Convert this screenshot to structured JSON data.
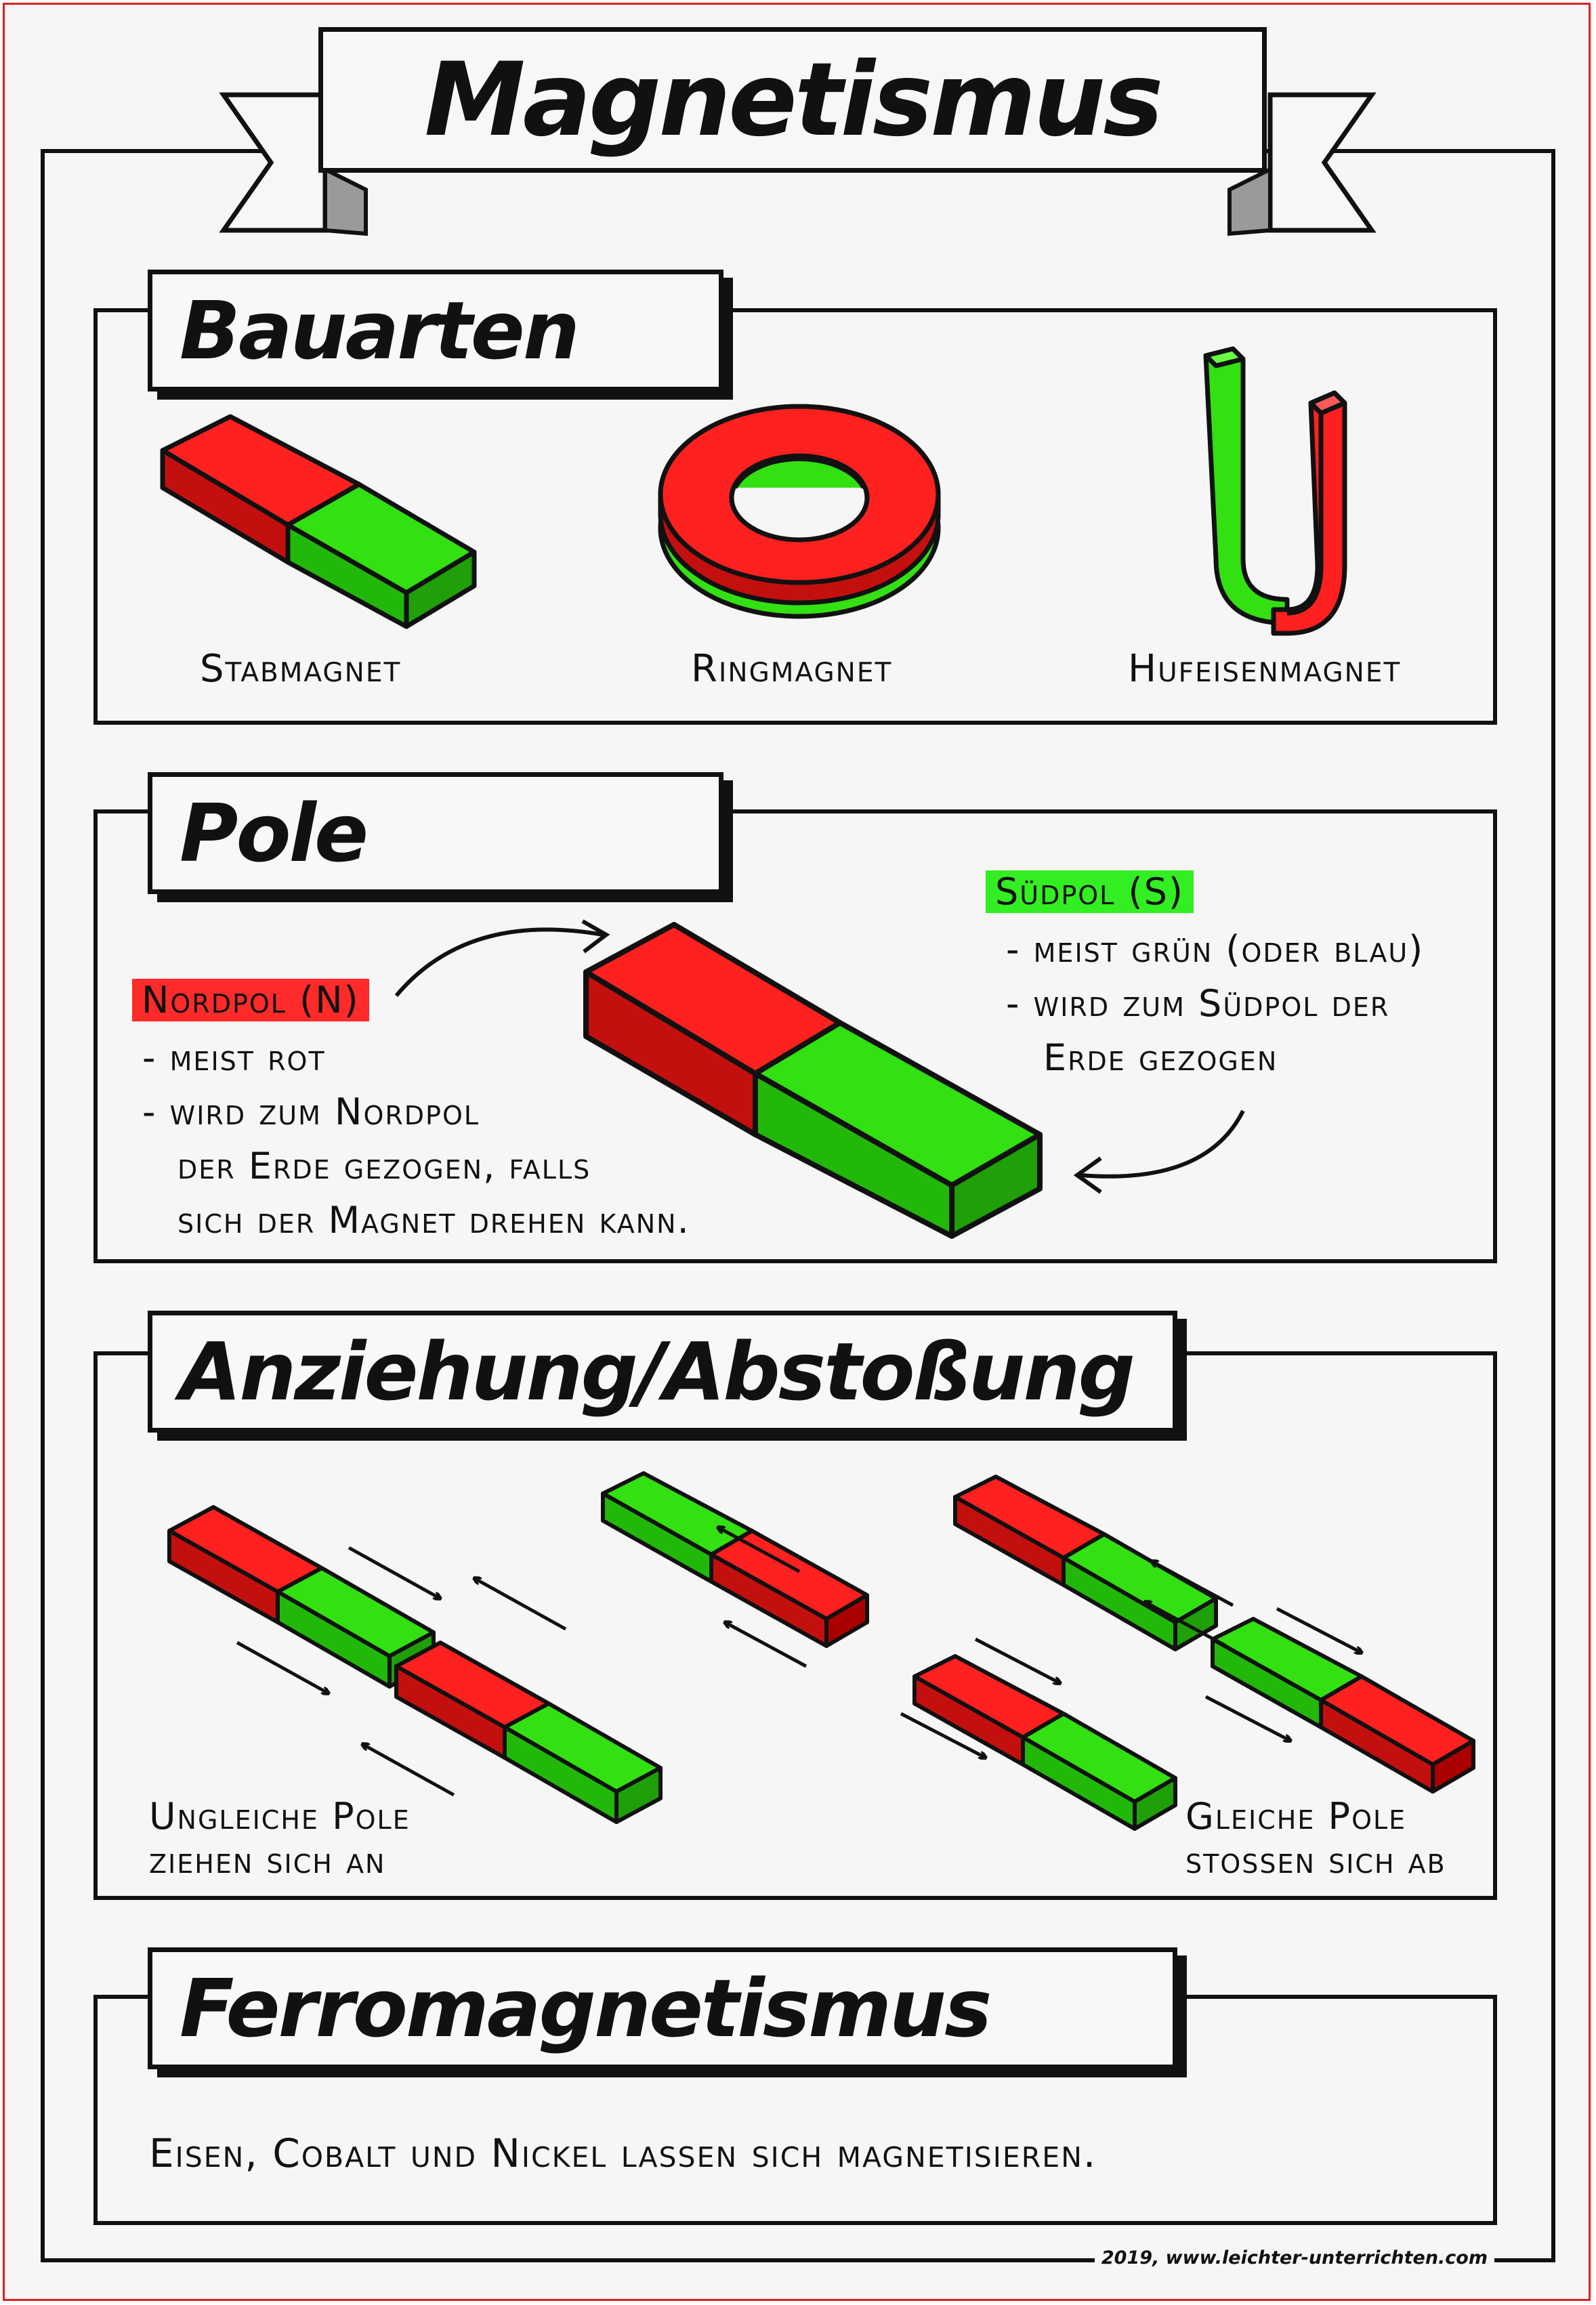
{
  "title": "Magnetismus",
  "colors": {
    "red": "#ff2020",
    "red_dark": "#c40f0f",
    "green": "#33e011",
    "green_dark": "#22b80a",
    "outline": "#111111"
  },
  "sections": {
    "bauarten": {
      "heading": "Bauarten",
      "items": [
        {
          "label": "Stabmagnet",
          "icon": "bar-magnet-icon"
        },
        {
          "label": "Ringmagnet",
          "icon": "ring-magnet-icon"
        },
        {
          "label": "Hufeisenmagnet",
          "icon": "horseshoe-magnet-icon"
        }
      ]
    },
    "pole": {
      "heading": "Pole",
      "nordpol": {
        "label": "Nordpol (N)",
        "lines": [
          "- meist rot",
          "- wird zum Nordpol",
          "der Erde gezogen, falls",
          "sich der Magnet drehen kann."
        ]
      },
      "suedpol": {
        "label": "Südpol (S)",
        "lines": [
          "- meist grün (oder blau)",
          "- wird zum Südpol der",
          "Erde  gezogen"
        ]
      }
    },
    "anziehung": {
      "heading": "Anziehung/Abstoßung",
      "ungleich": [
        "Ungleiche Pole",
        "ziehen sich an"
      ],
      "gleich": [
        "Gleiche Pole",
        "stossen sich ab"
      ]
    },
    "ferro": {
      "heading": "Ferromagnetismus",
      "text": "Eisen, Cobalt und Nickel lassen sich magnetisieren."
    }
  },
  "footer": "2019, www.leichter-unterrichten.com"
}
